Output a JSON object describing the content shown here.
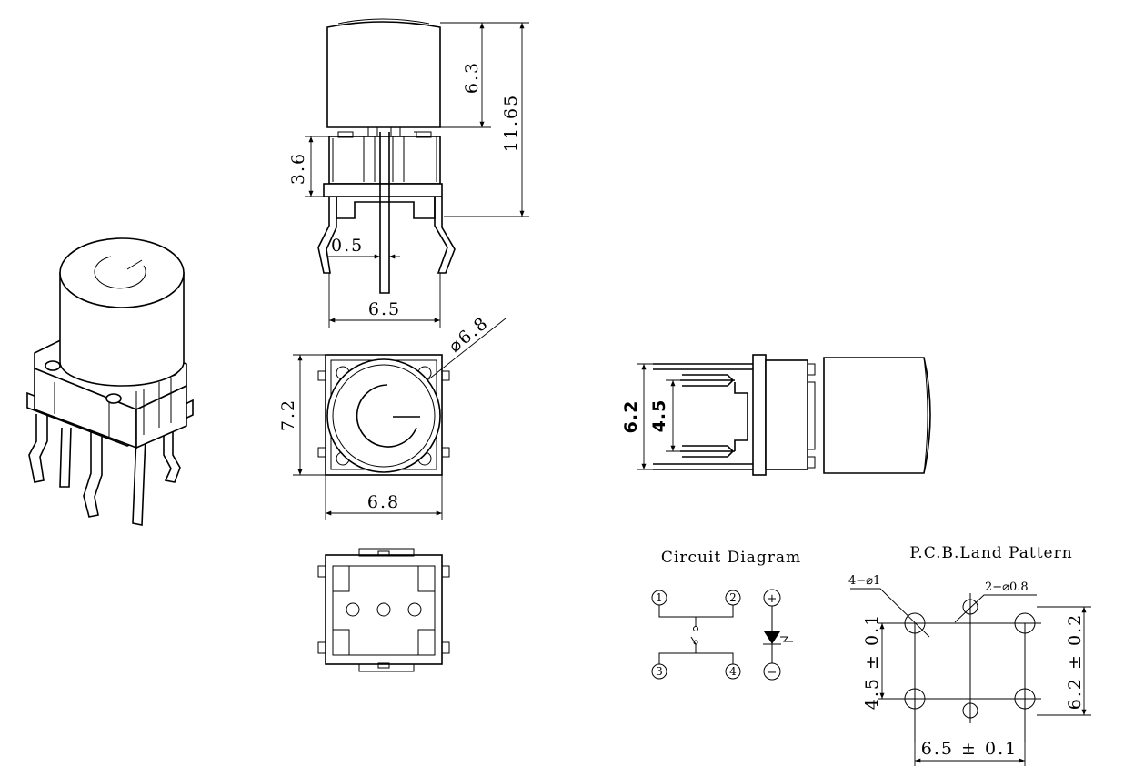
{
  "front_view": {
    "dims": {
      "cap_height": "6.3",
      "total_height": "11.65",
      "body_height": "3.6",
      "pin_width": "0.5",
      "pin_pitch": "6.5"
    }
  },
  "top_view": {
    "dims": {
      "cap_diameter": "⌀6.8",
      "height": "7.2",
      "width": "6.8"
    }
  },
  "side_view": {
    "dims": {
      "outer_pitch": "6.2",
      "inner_pitch": "4.5"
    }
  },
  "circuit": {
    "title": "Circuit Diagram",
    "pins": [
      "1",
      "2",
      "3",
      "4"
    ],
    "led_plus": "+",
    "led_minus": "−"
  },
  "pcb": {
    "title": "P.C.B.Land Pattern",
    "hole_label_large": "4−⌀1",
    "hole_label_small": "2−⌀0.8",
    "dim_vertical_left": "4.5 ± 0.1",
    "dim_vertical_right": "6.2 ± 0.2",
    "dim_horizontal": "6.5 ± 0.1"
  }
}
